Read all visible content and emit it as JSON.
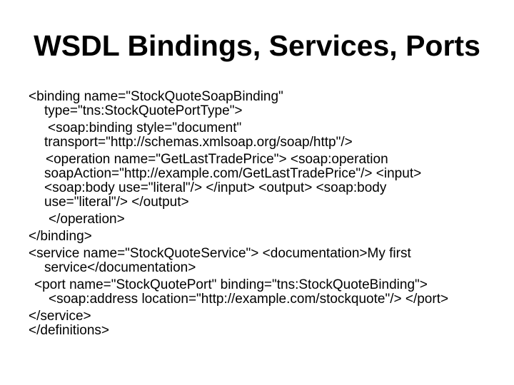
{
  "slide": {
    "title": "WSDL Bindings, Services, Ports",
    "code_lines": [
      {
        "text": "<binding name=\"StockQuoteSoapBinding\""
      },
      {
        "text": "type=\"tns:StockQuotePortType\">"
      },
      {
        "text": "<soap:binding style=\"document\""
      },
      {
        "text": "transport=\"http://schemas.xmlsoap.org/soap/http\"/>"
      },
      {
        "text": "<operation name=\"GetLastTradePrice\"> <soap:operation"
      },
      {
        "text": "soapAction=\"http://example.com/GetLastTradePrice\"/> <input>"
      },
      {
        "text": "<soap:body use=\"literal\"/> </input> <output> <soap:body"
      },
      {
        "text": "use=\"literal\"/> </output>"
      },
      {
        "text": "</operation>"
      },
      {
        "text": "</binding>"
      },
      {
        "text": "<service name=\"StockQuoteService\"> <documentation>My first"
      },
      {
        "text": "service</documentation>"
      },
      {
        "text": "<port name=\"StockQuotePort\" binding=\"tns:StockQuoteBinding\">"
      },
      {
        "text": "<soap:address location=\"http://example.com/stockquote\"/> </port>"
      },
      {
        "text": "</service>"
      },
      {
        "text": "</definitions>"
      }
    ]
  },
  "colors": {
    "background": "#ffffff",
    "text": "#000000"
  }
}
